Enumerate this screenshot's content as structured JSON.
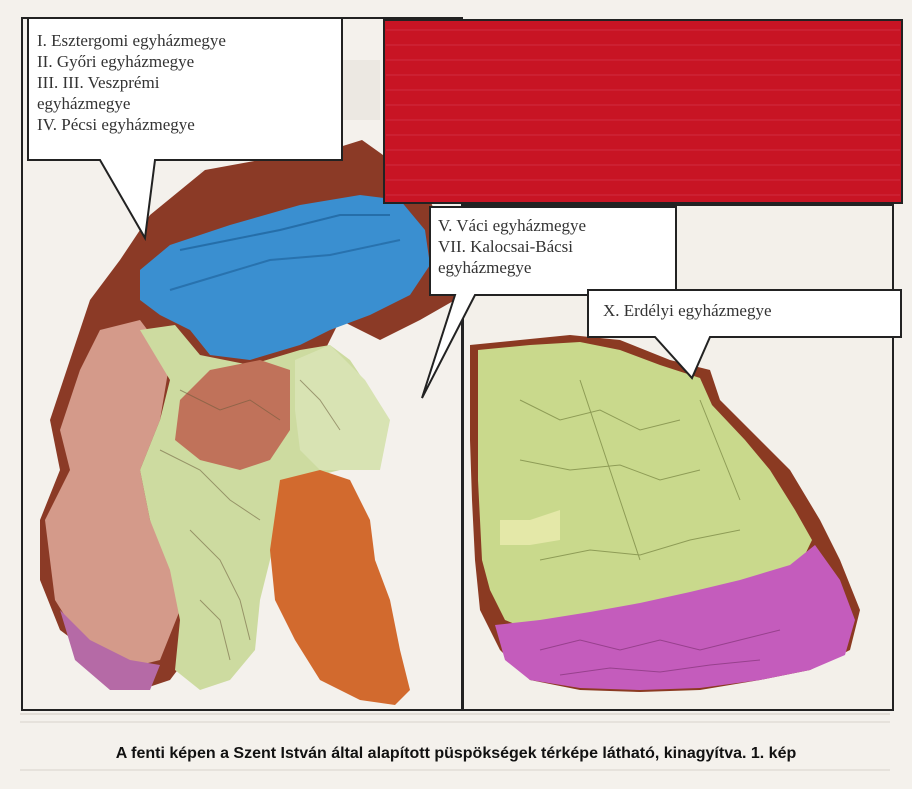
{
  "callouts": {
    "left": [
      "I. Esztergomi egyházmegye",
      "II. Győri egyházmegye",
      "III. III. Veszprémi",
      "egyházmegye",
      "IV. Pécsi egyházmegye"
    ],
    "middle": [
      "V. Váci egyházmegye",
      "VII. Kalocsai-Bácsi",
      "egyházmegye"
    ],
    "right": [
      "X. Erdélyi egyházmegye"
    ]
  },
  "caption": "A fenti képen a Szent István által alapított püspökségek térképe látható, kinagyítva. 1. kép",
  "colors": {
    "background": "#f4f1ec",
    "redbox": "#c81424",
    "blue_region": "#3a8fd0",
    "green_region": "#c7d99a",
    "rust_region": "#c0643c",
    "orange_region": "#d06a2a",
    "magenta_region": "#c05ec0",
    "maroon_border": "#7a2a1a"
  }
}
